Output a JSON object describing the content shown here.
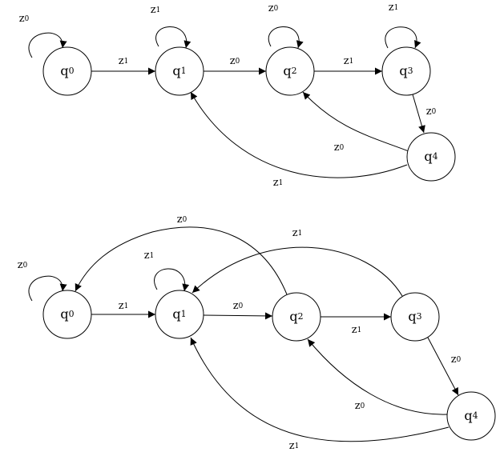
{
  "diagrams": [
    {
      "states": [
        {
          "id": "q0",
          "label": "q",
          "sub": "0"
        },
        {
          "id": "q1",
          "label": "q",
          "sub": "1"
        },
        {
          "id": "q2",
          "label": "q",
          "sub": "2"
        },
        {
          "id": "q3",
          "label": "q",
          "sub": "3"
        },
        {
          "id": "q4",
          "label": "q",
          "sub": "4"
        }
      ],
      "transitions": [
        {
          "from": "q0",
          "to": "q0",
          "label": "z",
          "sub": "0"
        },
        {
          "from": "q0",
          "to": "q1",
          "label": "z",
          "sub": "1"
        },
        {
          "from": "q1",
          "to": "q1",
          "label": "z",
          "sub": "1"
        },
        {
          "from": "q1",
          "to": "q2",
          "label": "z",
          "sub": "0"
        },
        {
          "from": "q2",
          "to": "q2",
          "label": "z",
          "sub": "0"
        },
        {
          "from": "q2",
          "to": "q3",
          "label": "z",
          "sub": "1"
        },
        {
          "from": "q3",
          "to": "q3",
          "label": "z",
          "sub": "1"
        },
        {
          "from": "q3",
          "to": "q4",
          "label": "z",
          "sub": "0"
        },
        {
          "from": "q4",
          "to": "q2",
          "label": "z",
          "sub": "0"
        },
        {
          "from": "q4",
          "to": "q1",
          "label": "z",
          "sub": "1"
        }
      ]
    },
    {
      "states": [
        {
          "id": "q0",
          "label": "q",
          "sub": "0"
        },
        {
          "id": "q1",
          "label": "q",
          "sub": "1"
        },
        {
          "id": "q2",
          "label": "q",
          "sub": "2"
        },
        {
          "id": "q3",
          "label": "q",
          "sub": "3"
        },
        {
          "id": "q4",
          "label": "q",
          "sub": "4"
        }
      ],
      "transitions": [
        {
          "from": "q0",
          "to": "q0",
          "label": "z",
          "sub": "0"
        },
        {
          "from": "q0",
          "to": "q1",
          "label": "z",
          "sub": "1"
        },
        {
          "from": "q1",
          "to": "q1",
          "label": "z",
          "sub": "1"
        },
        {
          "from": "q1",
          "to": "q2",
          "label": "z",
          "sub": "0"
        },
        {
          "from": "q2",
          "to": "q0",
          "label": "z",
          "sub": "0"
        },
        {
          "from": "q2",
          "to": "q3",
          "label": "z",
          "sub": "1"
        },
        {
          "from": "q3",
          "to": "q1",
          "label": "z",
          "sub": "1"
        },
        {
          "from": "q3",
          "to": "q4",
          "label": "z",
          "sub": "0"
        },
        {
          "from": "q4",
          "to": "q2",
          "label": "z",
          "sub": "0"
        },
        {
          "from": "q4",
          "to": "q1",
          "label": "z",
          "sub": "1"
        }
      ]
    }
  ]
}
